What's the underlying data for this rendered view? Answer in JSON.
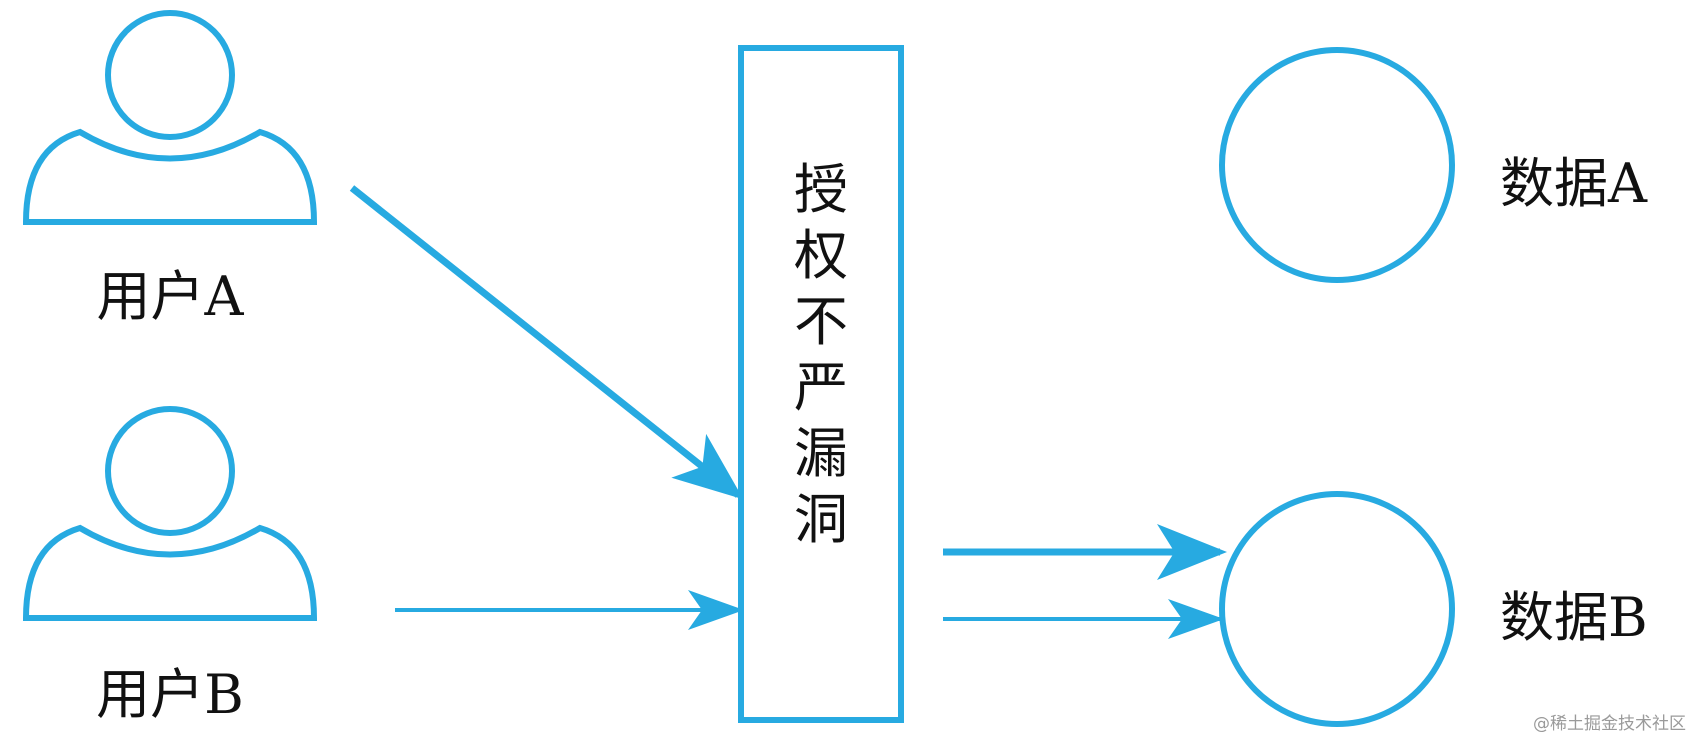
{
  "users": [
    {
      "id": "a",
      "label": "用户A"
    },
    {
      "id": "b",
      "label": "用户B"
    }
  ],
  "gate": {
    "label": "授权不严漏洞"
  },
  "data_nodes": [
    {
      "id": "a",
      "label": "数据A"
    },
    {
      "id": "b",
      "label": "数据B"
    }
  ],
  "watermark": "@稀土掘金技术社区",
  "colors": {
    "stroke": "#27aae1",
    "text": "#111111",
    "background": "#ffffff",
    "watermark": "#9a9a9a"
  },
  "icons": {
    "user": "user-icon",
    "data": "circle-icon",
    "arrow": "arrow-icon"
  }
}
